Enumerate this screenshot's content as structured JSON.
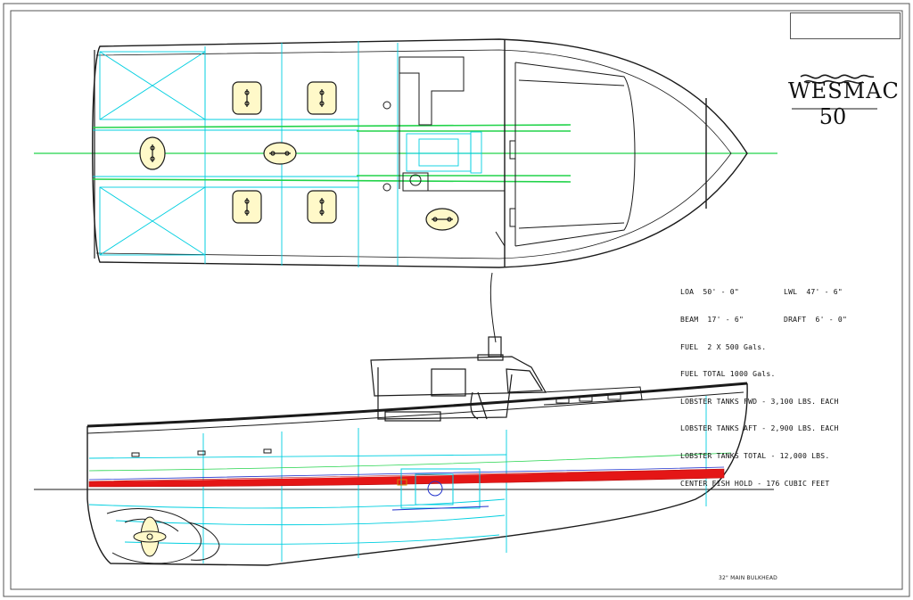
{
  "logo": {
    "brand": "WESMAC",
    "model": "50"
  },
  "specs": [
    {
      "left": "LOA  50' - 0\"",
      "right": "LWL  47' - 6\""
    },
    {
      "left": "BEAM  17' - 6\"",
      "right": "DRAFT  6' - 0\""
    },
    {
      "left": "FUEL  2 X 500 Gals.",
      "right": ""
    },
    {
      "left": "FUEL TOTAL 1000 Gals.",
      "right": ""
    },
    {
      "left": "LOBSTER TANKS FWD - 3,100 LBS. EACH",
      "right": ""
    },
    {
      "left": "LOBSTER TANKS AFT - 2,900 LBS. EACH",
      "right": ""
    },
    {
      "left": "LOBSTER TANKS TOTAL - 12,000 LBS.",
      "right": ""
    },
    {
      "left": "CENTER FISH HOLD - 176 CUBIC FEET",
      "right": ""
    }
  ],
  "bulkhead_note": "32\" MAIN BULKHEAD",
  "colors": {
    "outline": "#1a1a1a",
    "cyan": "#00cfe0",
    "green": "#22d34a",
    "red": "#e41616",
    "blue": "#2233cc",
    "hatch_fill": "#fff9c9"
  }
}
